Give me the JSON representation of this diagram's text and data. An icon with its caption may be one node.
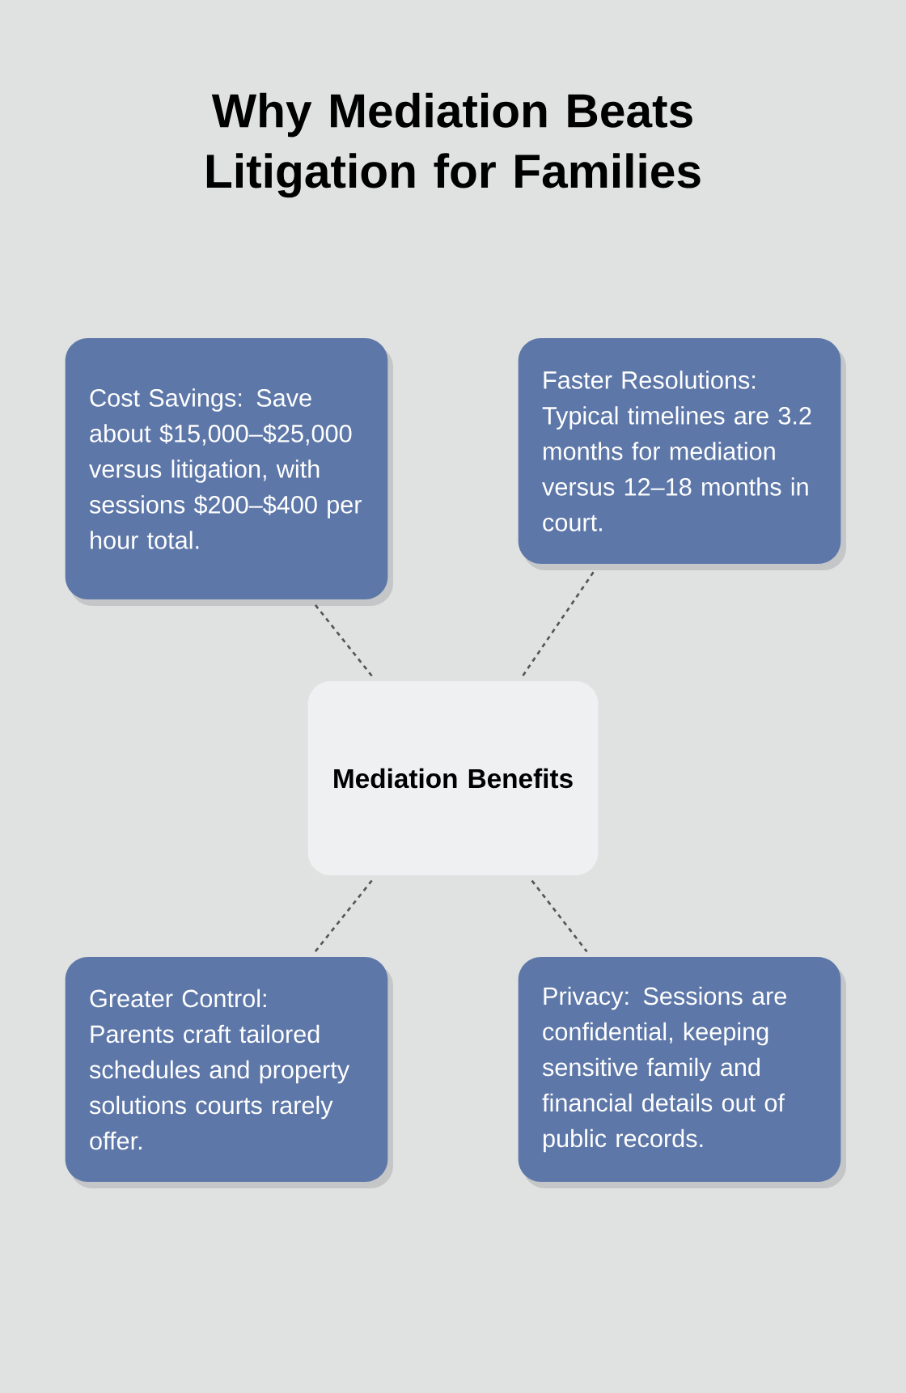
{
  "diagram": {
    "title": "Why Mediation Beats Litigation for Families",
    "nodes": [
      {
        "text": [
          "Cost Savings: Save about $15,000–$25,000 versus litigation, with sessions $200–$400 per hour total."
        ]
      },
      {
        "text": [
          "Faster Resolutions: Typical timelines are 3.2 months for mediation versus 12–18 months in court."
        ]
      },
      {
        "text": [
          "Mediation Benefits"
        ]
      },
      {
        "text": [
          "Greater Control: Parents craft tailored schedules and property solutions courts rarely offer."
        ]
      },
      {
        "text": [
          "Privacy: Sessions are confidential, keeping sensitive family and financial details out of public records."
        ]
      }
    ],
    "edges": [
      {
        "from": 2,
        "to": 0,
        "arrow": "none",
        "style": "dashed"
      },
      {
        "from": 2,
        "to": 1,
        "arrow": "none",
        "style": "dashed"
      },
      {
        "from": 2,
        "to": 3,
        "arrow": "none",
        "style": "dashed"
      },
      {
        "from": 2,
        "to": 4,
        "arrow": "none",
        "style": "dashed"
      }
    ]
  }
}
